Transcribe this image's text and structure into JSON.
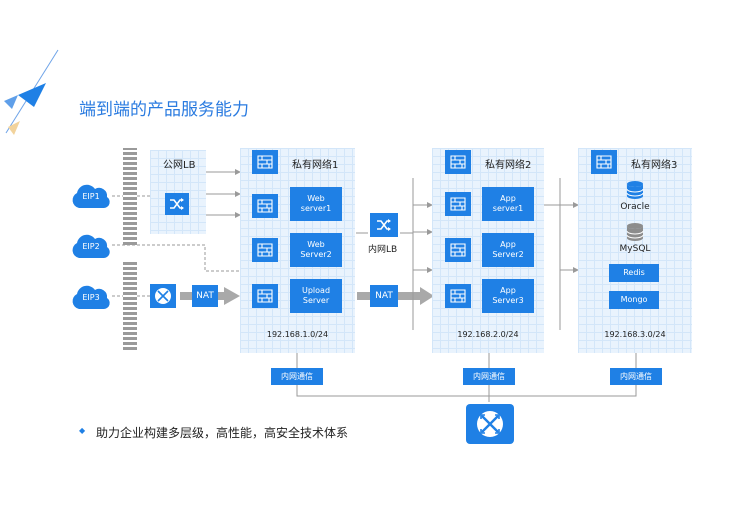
{
  "title": "端到端的产品服务能力",
  "bullet": "助力企业构建多层级，高性能，高安全技术体系",
  "public_lb": {
    "label": "公网LB"
  },
  "eips": [
    "EIP1",
    "EIP2",
    "EIP3"
  ],
  "nat1": "NAT",
  "nat2": "NAT",
  "internal_lb": "内网LB",
  "private1": {
    "label": "私有网络1",
    "servers": [
      "Web\nserver1",
      "Web\nServer2",
      "Upload\nServer"
    ],
    "subnet": "192.168.1.0/24",
    "intranet": "内网通信"
  },
  "private2": {
    "label": "私有网络2",
    "servers": [
      "App\nserver1",
      "App\nServer2",
      "App\nServer3"
    ],
    "subnet": "192.168.2.0/24",
    "intranet": "内网通信"
  },
  "private3": {
    "label": "私有网络3",
    "databases": [
      "Oracle",
      "MySQL"
    ],
    "services": [
      "Redis",
      "Mongo"
    ],
    "subnet": "192.168.3.0/24",
    "intranet": "内网通信"
  },
  "colors": {
    "accent": "#1f80e5",
    "title": "#2a7be0",
    "zone": "#e9f3fd"
  }
}
